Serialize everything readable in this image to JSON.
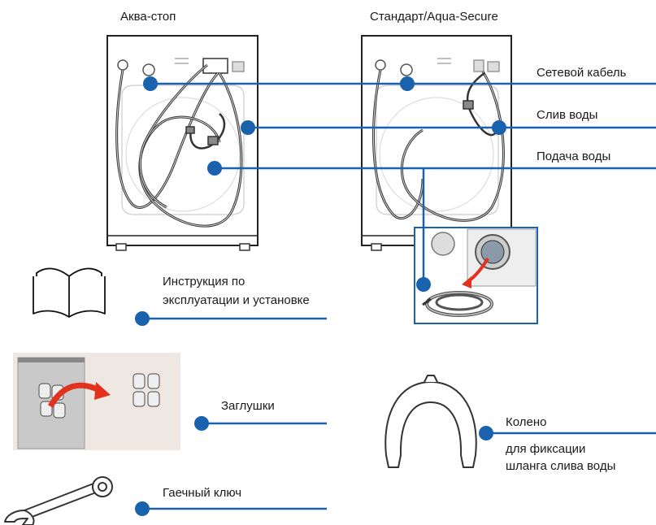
{
  "headers": {
    "aquastop": "Аква-стоп",
    "standard": "Стандарт/Aqua-Secure"
  },
  "callouts": {
    "power_cable": "Сетевой кабель",
    "water_drain": "Слив воды",
    "water_supply": "Подача воды",
    "manual_line1": "Инструкция по",
    "manual_line2": "эксплуатации и установке",
    "caps": "Заглушки",
    "elbow": "Колено",
    "elbow_desc_line1": "для фиксации",
    "elbow_desc_line2": "шланга слива воды",
    "wrench": "Гаечный ключ"
  },
  "colors": {
    "accent": "#1a62ad",
    "outline": "#555555",
    "arrow": "#e2311d"
  }
}
